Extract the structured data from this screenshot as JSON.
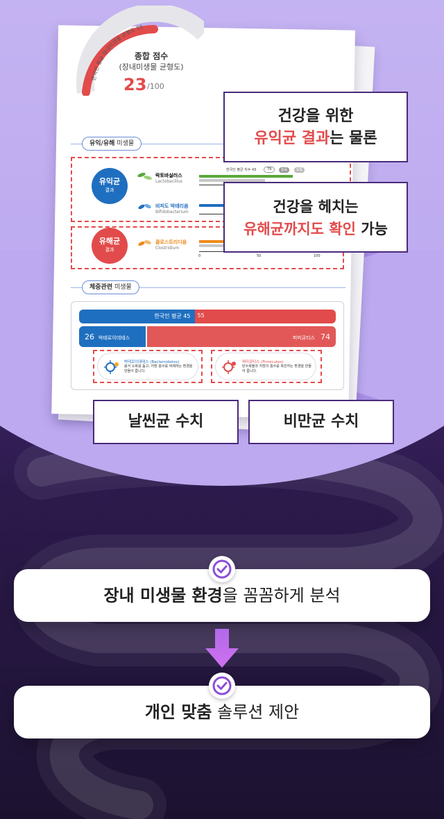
{
  "report": {
    "gauge_arc_label": "한국인 평균 장내미생물 균형도 55",
    "gauge_title": "종합 점수",
    "gauge_subtitle": "(장내미생물 균형도)",
    "score": "23",
    "score_max": "/100",
    "score_value": 23,
    "average_value": 55,
    "section1_title": "유익/유해",
    "section1_title_suffix": " 미생물",
    "beneficial_badge": "유익균",
    "beneficial_badge_sub": "결과",
    "harmful_badge": "유해균",
    "harmful_badge_sub": "결과",
    "bacteria": [
      {
        "name": "락토바실러스",
        "latin": "Lactobacillus",
        "color": "#5aa83a"
      },
      {
        "name": "비피도 박테리움",
        "latin": "Bifidobacterium",
        "color": "#1f6fc0"
      },
      {
        "name": "클로스트리디움",
        "latin": "Clostridium",
        "color": "#ef8a1a"
      }
    ],
    "legend_avg": "한국인 평균 지수 43",
    "legend_pill": "79",
    "legend_chip_high": "높음",
    "legend_chip_mid": "보통",
    "axis_ticks": [
      "0",
      "50",
      "100"
    ],
    "section2_title": "체중관련",
    "section2_title_suffix": " 미생물",
    "avg_bar_left": "한국인 평균 45",
    "avg_bar_right": "55",
    "user_bar_left_num": "26",
    "user_bar_left_label": "박테로이데테스",
    "user_bar_right_label": "퍼미큐티스",
    "user_bar_right_num": "74",
    "bacteroidetes_share": 26,
    "firmicutes_share": 74,
    "note_left_title": "박테로이데테스 (Bacteroidetes)",
    "note_left_desc": "음식 소화를 돕고, 지방 흡수를 억제하는 환경을 만들어 줍니다.",
    "note_right_title": "퍼미큐티스 (Firmicutes)",
    "note_right_desc": "탄수화물과 지방의 흡수를 촉진하는 환경을 만들어 줍니다."
  },
  "callouts": {
    "top_line1": "건강을 위한",
    "top_red": "유익균 결과",
    "top_tail": "는 물론",
    "mid_line1": "건강을 헤치는",
    "mid_red": "유해균까지도 확인",
    "mid_tail": " 가능",
    "left_label": "날씬균 수치",
    "right_label": "비만균 수치"
  },
  "cards": {
    "card1_bold": "장내 미생물 환경",
    "card1_rest": "을 꼼꼼하게 분석",
    "card2_bold": "개인 맞춤",
    "card2_rest": " 솔루션 제안"
  },
  "colors": {
    "accent_purple": "#8a4fd8",
    "red": "#e24b4b",
    "blue": "#1f6fc0"
  },
  "icons": [
    "check-circle-icon",
    "arrow-down-icon",
    "bacteria-icon"
  ]
}
